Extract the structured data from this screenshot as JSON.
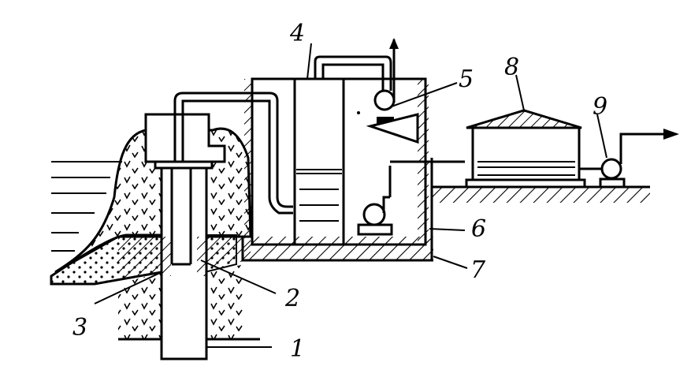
{
  "labels": {
    "l1": "1",
    "l2": "2",
    "l3": "3",
    "l4": "4",
    "l5": "5",
    "l6": "6",
    "l7": "7",
    "l8": "8",
    "l9": "9"
  },
  "colors": {
    "ink": "#000000",
    "paper": "#ffffff"
  }
}
